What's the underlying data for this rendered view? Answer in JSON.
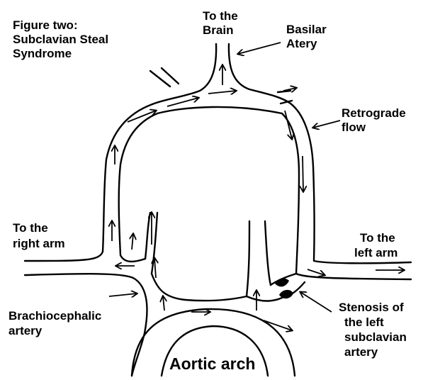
{
  "figure": {
    "title_line1": "Figure two:",
    "title_line2": "Subclavian Steal",
    "title_line3": "Syndrome"
  },
  "labels": {
    "brain_line1": "To the",
    "brain_line2": "Brain",
    "basilar_line1": "Basilar",
    "basilar_line2": "Atery",
    "retro_line1": "Retrograde",
    "retro_line2": "flow",
    "right_arm_line1": "To the",
    "right_arm_line2": "right arm",
    "left_arm_line1": "To the",
    "left_arm_line2": "left arm",
    "brachio_line1": "Brachiocephalic",
    "brachio_line2": "artery",
    "stenosis_line1": "Stenosis of",
    "stenosis_line2": "the left",
    "stenosis_line3": "subclavian",
    "stenosis_line4": "artery",
    "aortic_arch": "Aortic arch"
  },
  "colors": {
    "ink": "#000000",
    "background": "#ffffff"
  }
}
